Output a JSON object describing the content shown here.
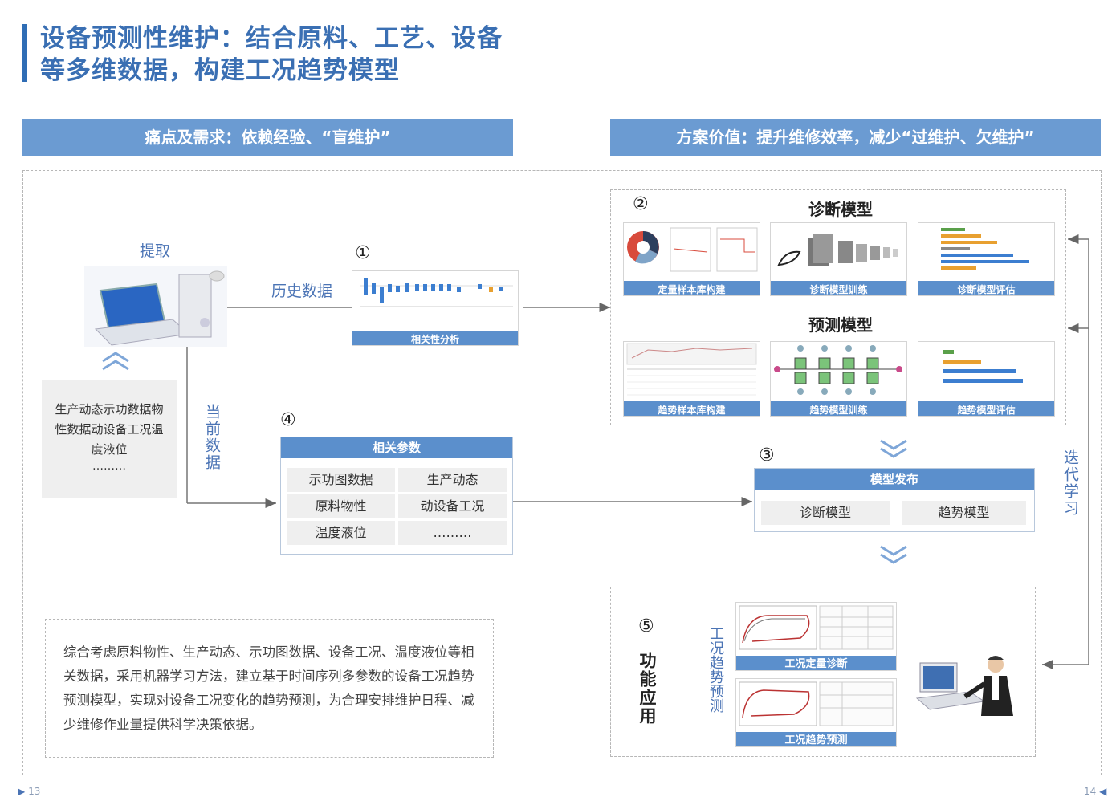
{
  "title": {
    "line1": "设备预测性维护：结合原料、工艺、设备",
    "line2": "等多维数据，构建工况趋势模型"
  },
  "banners": {
    "left": "痛点及需求：依赖经验、“盲维护”",
    "right": "方案价值：提升维修效率，减少“过维护、欠维护”"
  },
  "left_panel": {
    "extract_label": "提取",
    "history_label": "历史数据",
    "current_label": "当前数据",
    "data_box_text": "生产动态示功数据物性数据动设备工况温度液位",
    "data_box_ellipsis": "………"
  },
  "steps": {
    "s1": {
      "num": "①",
      "caption": "相关性分析"
    },
    "s2": {
      "num": "②",
      "diag_title": "诊断模型",
      "pred_title": "预测模型",
      "diag_captions": [
        "定量样本库构建",
        "诊断模型训练",
        "诊断模型评估"
      ],
      "pred_captions": [
        "趋势样本库构建",
        "趋势模型训练",
        "趋势模型评估"
      ]
    },
    "s3": {
      "num": "③",
      "header": "模型发布",
      "items": [
        "诊断模型",
        "趋势模型"
      ]
    },
    "s4": {
      "num": "④",
      "header": "相关参数",
      "cells": [
        "示功图数据",
        "生产动态",
        "原料物性",
        "动设备工况",
        "温度液位",
        "………"
      ]
    },
    "s5": {
      "num": "⑤",
      "func_label": "功能应用",
      "trend_label": "工况趋势预测",
      "captions": [
        "工况定量诊断",
        "工况趋势预测"
      ]
    }
  },
  "iterate_label": "迭代学习",
  "description": "综合考虑原料物性、生产动态、示功图数据、设备工况、温度液位等相关数据，采用机器学习方法，建立基于时间序列多参数的设备工况趋势预测模型，实现对设备工况变化的趋势预测，为合理安排维护日程、减少维修作业量提供科学决策依据。",
  "page_numbers": {
    "left": "13",
    "right": "14"
  },
  "colors": {
    "accent": "#3a6fb3",
    "banner": "#6b9bd2",
    "caption_bar": "#5b8fcc"
  }
}
